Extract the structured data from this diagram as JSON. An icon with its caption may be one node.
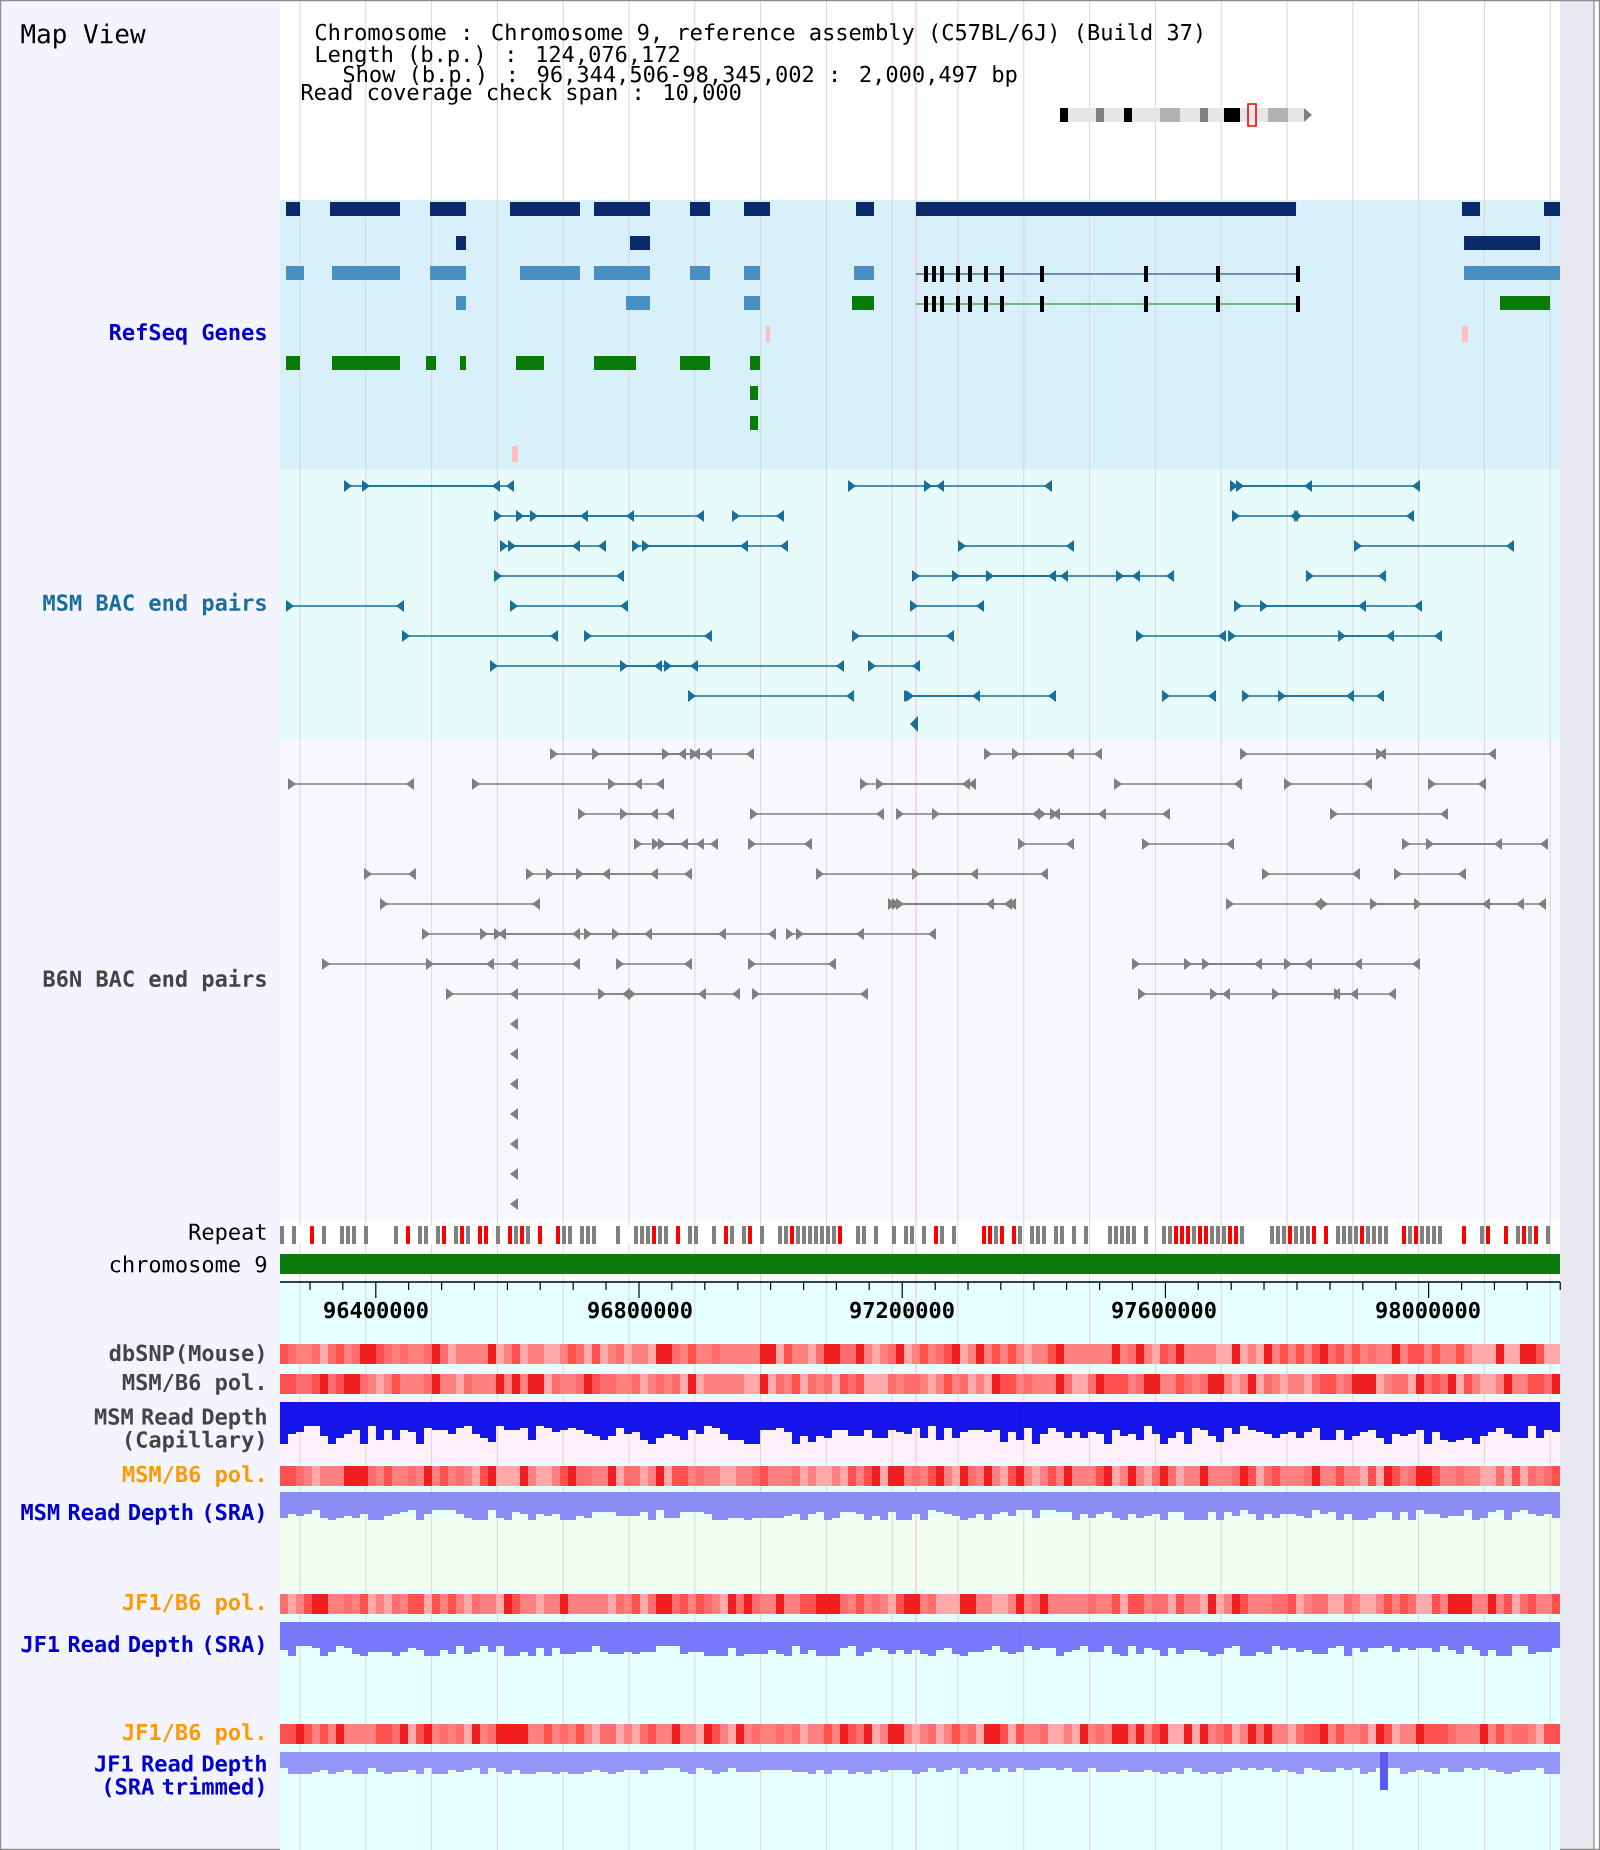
{
  "diagram": {
    "title": "Map View",
    "labels": [
      "Chromosome : Chromosome 9, reference assembly (C57BL/6J) (Build 37)",
      "Length (b.p.) : 124,076,172",
      "Show (b.p.) : 96,344,506-98,345,002 : 2,000,497 bp",
      "Read coverage check span : 10,000",
      "RefSeq Genes",
      "MSM BAC end pairs",
      "B6N BAC end pairs",
      "Repeat",
      "chromosome 9",
      "96400000",
      "96800000",
      "97200000",
      "97600000",
      "98000000",
      "dbSNP(Mouse)",
      "MSM/B6 pol.",
      "MSM Read Depth (Capillary)",
      "MSM/B6 pol.",
      "MSM Read Depth (SRA)",
      "JF1/B6 pol.",
      "JF1 Read Depth (SRA)",
      "JF1/B6 pol.",
      "JF1 Read Depth (SRA trimmed)"
    ]
  }
}
